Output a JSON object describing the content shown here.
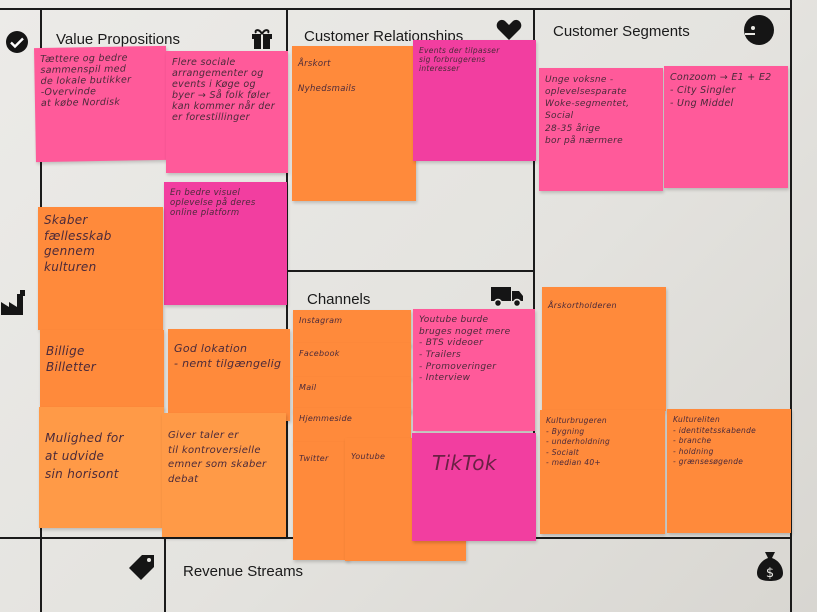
{
  "sections": {
    "value_propositions": "Value Propositions",
    "customer_relationships": "Customer Relationships",
    "customer_segments": "Customer Segments",
    "channels": "Channels",
    "revenue_streams": "Revenue Streams"
  },
  "notes": {
    "vp_1": "Tættere og bedre\nsammenspil med\nde lokale butikker\n-Overvinde\nat købe Nordisk",
    "vp_2": "Flere sociale\narrangementer og\nevents i Køge og\nbyer → Så folk føler\nkan kommer når der\ner forestillinger",
    "vp_3": "En bedre visuel\noplevelse på deres\nonline platform",
    "vp_4": "Skaber\nfællesskab\ngennem\nkulturen",
    "vp_5": "Billige\nBilletter",
    "vp_6": "God lokation\n- nemt tilgængelig",
    "vp_7": "Mulighed for\nat udvide\nsin horisont",
    "vp_8": "Giver taler er\ntil kontroversielle\nemner som skaber\ndebat",
    "cr_1": "Årskort\n\nNyhedsmails",
    "cr_2": "Events der tilpasser\nsig forbrugerens\ninteresser",
    "cs_1": "Unge voksne -\noplevelsesparate\nWoke-segmentet, Social\n28-35 årige\nbor på nærmere",
    "cs_2": "Conzoom → E1 + E2\n- City Singler\n- Ung Middel",
    "cs_3": "Årskortholderen",
    "cs_4": "Kulturbrugeren\n- Bygning\n- underholdning\n- Socialt\n- median 40+",
    "cs_5": "Kultureliten\n- identitetsskabende\n- branche\n- holdning\n- grænsesøgende",
    "ch_instagram": "Instagram",
    "ch_facebook": "Facebook",
    "ch_mail": "Mail",
    "ch_hjemmeside": "Hjemmeside",
    "ch_twitter": "Twitter",
    "ch_youtube": "Youtube",
    "ch_yt_note": "Youtube burde\nbruges noget mere\n- BTS videoer\n- Trailers\n- Promoveringer\n- Interview",
    "ch_tiktok": "TikTok"
  },
  "colors": {
    "pink": "#ff5a9a",
    "magenta": "#f23ea0",
    "orange": "#ff8a3b",
    "line": "#1b1b1b"
  },
  "icons": [
    "checkmark-icon",
    "gift-icon",
    "heart-icon",
    "face-icon",
    "truck-icon",
    "factory-icon",
    "price-tag-icon",
    "money-bag-icon"
  ]
}
